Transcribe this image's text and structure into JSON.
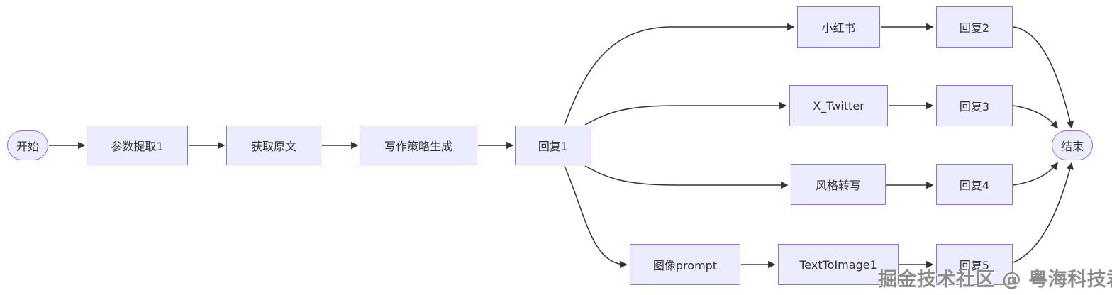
{
  "diagram": {
    "type": "flowchart",
    "direction": "left-to-right",
    "nodes": [
      {
        "id": "start",
        "label": "开始",
        "shape": "stadium"
      },
      {
        "id": "param-extract-1",
        "label": "参数提取1",
        "shape": "rect"
      },
      {
        "id": "fetch-original",
        "label": "获取原文",
        "shape": "rect"
      },
      {
        "id": "writing-strategy",
        "label": "写作策略生成",
        "shape": "rect"
      },
      {
        "id": "reply-1",
        "label": "回复1",
        "shape": "rect"
      },
      {
        "id": "xiaohongshu",
        "label": "小红书",
        "shape": "rect"
      },
      {
        "id": "reply-2",
        "label": "回复2",
        "shape": "rect"
      },
      {
        "id": "x-twitter",
        "label": "X_Twitter",
        "shape": "rect"
      },
      {
        "id": "reply-3",
        "label": "回复3",
        "shape": "rect"
      },
      {
        "id": "style-rewrite",
        "label": "风格转写",
        "shape": "rect"
      },
      {
        "id": "reply-4",
        "label": "回复4",
        "shape": "rect"
      },
      {
        "id": "image-prompt",
        "label": "图像prompt",
        "shape": "rect"
      },
      {
        "id": "text-to-image-1",
        "label": "TextToImage1",
        "shape": "rect"
      },
      {
        "id": "reply-5",
        "label": "回复5",
        "shape": "rect"
      },
      {
        "id": "end",
        "label": "结束",
        "shape": "stadium"
      }
    ],
    "edges": [
      {
        "from": "开始",
        "to": "参数提取1"
      },
      {
        "from": "参数提取1",
        "to": "获取原文"
      },
      {
        "from": "获取原文",
        "to": "写作策略生成"
      },
      {
        "from": "写作策略生成",
        "to": "回复1"
      },
      {
        "from": "回复1",
        "to": "小红书"
      },
      {
        "from": "回复1",
        "to": "X_Twitter"
      },
      {
        "from": "回复1",
        "to": "风格转写"
      },
      {
        "from": "回复1",
        "to": "图像prompt"
      },
      {
        "from": "小红书",
        "to": "回复2"
      },
      {
        "from": "X_Twitter",
        "to": "回复3"
      },
      {
        "from": "风格转写",
        "to": "回复4"
      },
      {
        "from": "图像prompt",
        "to": "TextToImage1"
      },
      {
        "from": "TextToImage1",
        "to": "回复5"
      },
      {
        "from": "回复2",
        "to": "结束"
      },
      {
        "from": "回复3",
        "to": "结束"
      },
      {
        "from": "回复4",
        "to": "结束"
      },
      {
        "from": "回复5",
        "to": "结束"
      }
    ],
    "colors": {
      "node_fill": "#ECECFF",
      "node_border": "#9370DB",
      "edge_line": "#333333",
      "node_text": "#333333",
      "watermark_text": "#8C8C8C",
      "background": "#FFFFFF"
    }
  },
  "watermark": {
    "text": "掘金技术社区 @ 粤海科技君"
  }
}
